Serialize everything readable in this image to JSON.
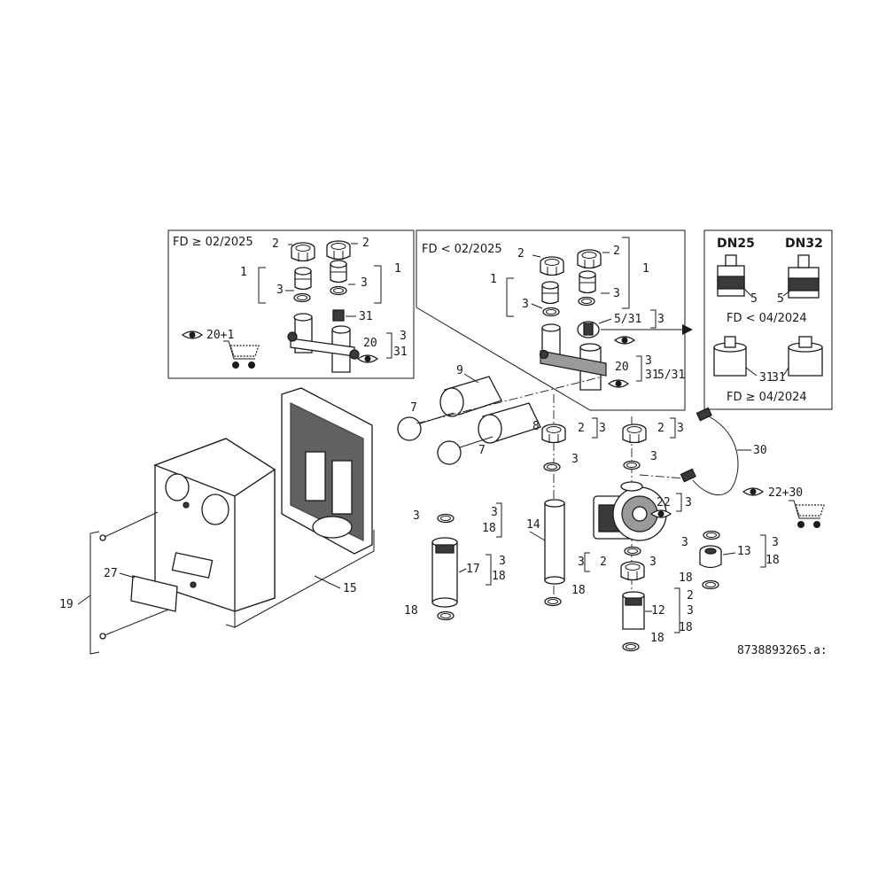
{
  "insets": {
    "left_title": "FD ≥ 02/2025",
    "middle_title": "FD < 02/2025",
    "right_dn25": "DN25",
    "right_dn32": "DN32",
    "right_fd_lt": "FD < 04/2024",
    "right_fd_ge": "FD ≥ 04/2024"
  },
  "labels": {
    "n1": "1",
    "n2": "2",
    "n3": "3",
    "n5": "5",
    "n7": "7",
    "n8": "8",
    "n9": "9",
    "n12": "12",
    "n13": "13",
    "n14": "14",
    "n15": "15",
    "n17": "17",
    "n18": "18",
    "n19": "19",
    "n22": "22",
    "n27": "27",
    "n30": "30",
    "n31": "31",
    "n20": "20",
    "s5_31": "5/31",
    "s20_1": "20+1",
    "s22_30": "22+30"
  },
  "doc_number": "8738893265.a:",
  "icons": {
    "eye": "eye-icon",
    "cart": "shopping-cart-icon",
    "arrow": "arrow-right-icon"
  }
}
